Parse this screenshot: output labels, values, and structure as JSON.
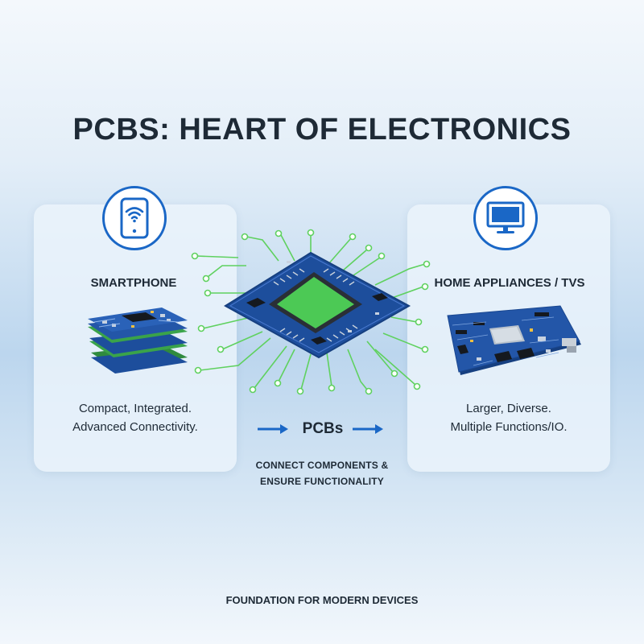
{
  "title": "PCBS: HEART OF ELECTRONICS",
  "left_panel": {
    "heading": "SMARTPHONE",
    "description_line1": "Compact, Integrated.",
    "description_line2": "Advanced Connectivity.",
    "icon": "smartphone-wifi-icon"
  },
  "right_panel": {
    "heading": "HOME APPLIANCES / TVS",
    "description_line1": "Larger, Diverse.",
    "description_line2": "Multiple Functions/IO.",
    "icon": "monitor-icon"
  },
  "center": {
    "label": "PCBs",
    "caption_line1": "CONNECT COMPONENTS &",
    "caption_line2": "ENSURE FUNCTIONALITY"
  },
  "footer": "FOUNDATION FOR MODERN DEVICES",
  "colors": {
    "accent": "#1a67c6",
    "board": "#1d4e9c",
    "chip": "#3fbf4a",
    "trace": "#5fd15f"
  }
}
